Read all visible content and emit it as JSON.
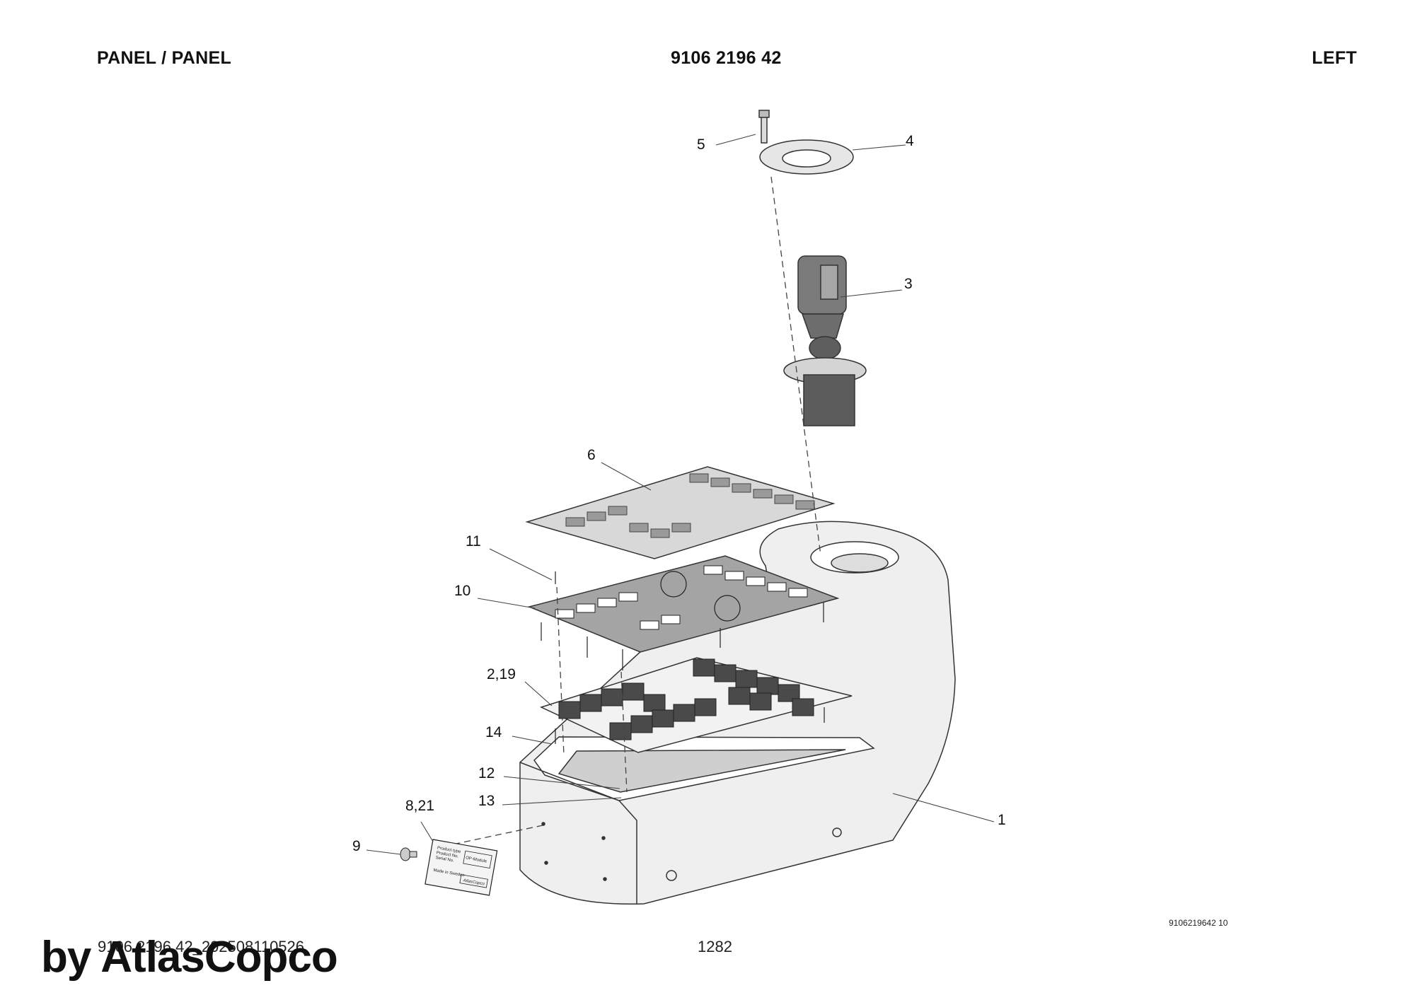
{
  "header": {
    "title": "PANEL / PANEL",
    "part_number": "9106 2196 42",
    "side": "LEFT"
  },
  "callouts": [
    "5",
    "4",
    "3",
    "6",
    "11",
    "10",
    "2,19",
    "14",
    "12",
    "13",
    "8,21",
    "9",
    "1"
  ],
  "rating_plate": {
    "line1": "Product type",
    "line2": "Product No.",
    "line3": "Serial No.",
    "model": "OP-Module",
    "origin": "Made in Sweden",
    "logo": "AtlasCopco"
  },
  "footer": {
    "document_id": "9106 2196 42_202508110526",
    "page_number": "1282",
    "figure_code": "9106219642 10",
    "brand": "by AtlasCopco"
  }
}
